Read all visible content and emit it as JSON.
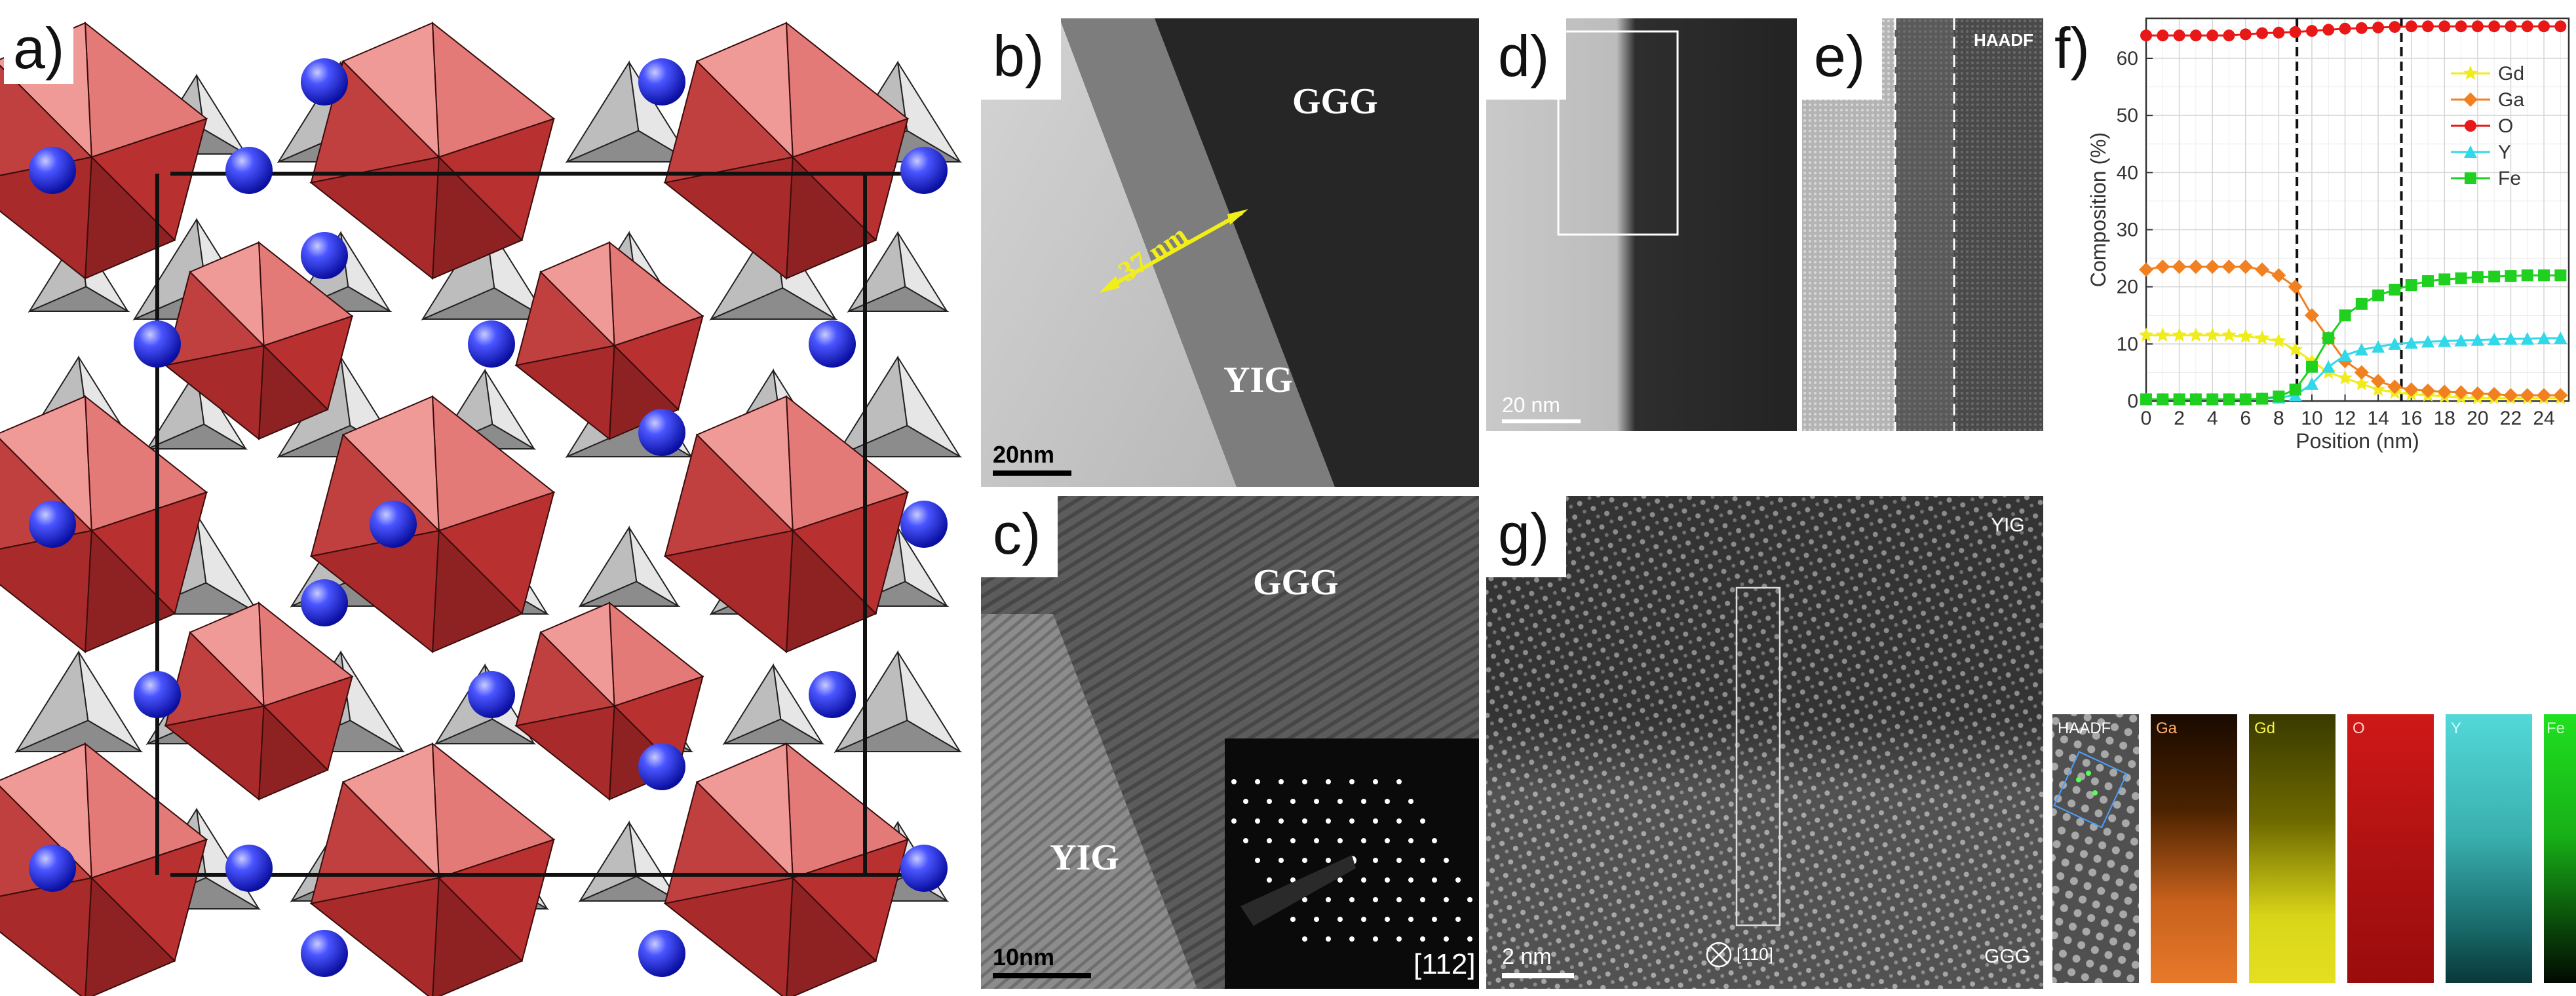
{
  "panels": {
    "a": {
      "label": "a)"
    },
    "b": {
      "label": "b)",
      "top_material": "GGG",
      "bottom_material": "YIG",
      "thickness": "37 nm",
      "scale": "20nm"
    },
    "c": {
      "label": "c)",
      "top_material": "GGG",
      "bottom_material": "YIG",
      "scale": "10nm",
      "zone_axis": "[112]"
    },
    "d": {
      "label": "d)",
      "scale": "20 nm"
    },
    "e": {
      "label": "e)",
      "mode": "HAADF"
    },
    "f": {
      "label": "f)"
    },
    "g": {
      "label": "g)",
      "top_material": "YIG",
      "bottom_material": "GGG",
      "scale": "2 nm",
      "zone_axis": "[110]"
    }
  },
  "maps": [
    {
      "label": "HAADF",
      "color": "#cfcfcf"
    },
    {
      "label": "Ga",
      "color": "#ff8a3d"
    },
    {
      "label": "Gd",
      "color": "#f2f01c"
    },
    {
      "label": "O",
      "color": "#ff2020"
    },
    {
      "label": "Y",
      "color": "#4fe3e0"
    },
    {
      "label": "Fe",
      "color": "#27f02a"
    }
  ],
  "chart_data": {
    "type": "line",
    "xlabel": "Position (nm)",
    "ylabel": "Composition (%)",
    "xlim": [
      0,
      25.5
    ],
    "ylim": [
      0,
      67
    ],
    "xticks": [
      0,
      2,
      4,
      6,
      8,
      10,
      12,
      14,
      16,
      18,
      20,
      22,
      24
    ],
    "yticks": [
      0,
      10,
      20,
      30,
      40,
      50,
      60
    ],
    "grid": true,
    "legend": "right",
    "interfaces": [
      9.1,
      15.4
    ],
    "x": [
      0,
      1,
      2,
      3,
      4,
      5,
      6,
      7,
      8,
      9,
      10,
      11,
      12,
      13,
      14,
      15,
      16,
      17,
      18,
      19,
      20,
      21,
      22,
      23,
      24,
      25
    ],
    "series": [
      {
        "name": "Gd",
        "color": "#f0ec1c",
        "marker": "star",
        "values": [
          11.5,
          11.5,
          11.5,
          11.5,
          11.5,
          11.5,
          11.3,
          11,
          10.5,
          9,
          7,
          5,
          4,
          3,
          2,
          1.5,
          1.2,
          1,
          0.8,
          0.6,
          0.5,
          0.5,
          0.5,
          0.5,
          0.5,
          0.5
        ]
      },
      {
        "name": "Ga",
        "color": "#f08020",
        "marker": "diamond",
        "values": [
          23,
          23.5,
          23.5,
          23.5,
          23.5,
          23.5,
          23.5,
          23,
          22,
          20,
          15,
          11,
          7,
          5,
          3.5,
          2.5,
          2,
          1.8,
          1.6,
          1.5,
          1.3,
          1.2,
          1,
          1,
          1,
          1
        ]
      },
      {
        "name": "O",
        "color": "#e81818",
        "marker": "circle",
        "values": [
          64,
          64,
          64,
          64,
          64,
          64,
          64.2,
          64.4,
          64.5,
          64.6,
          64.8,
          65,
          65.2,
          65.3,
          65.4,
          65.5,
          65.6,
          65.6,
          65.6,
          65.6,
          65.6,
          65.6,
          65.6,
          65.6,
          65.6,
          65.6
        ]
      },
      {
        "name": "Y",
        "color": "#30d8e8",
        "marker": "triangle",
        "values": [
          0.3,
          0.3,
          0.3,
          0.3,
          0.3,
          0.3,
          0.3,
          0.4,
          0.6,
          1,
          3,
          6,
          8,
          9,
          9.5,
          10,
          10.2,
          10.4,
          10.5,
          10.6,
          10.7,
          10.8,
          10.9,
          10.9,
          11,
          11
        ]
      },
      {
        "name": "Fe",
        "color": "#20d020",
        "marker": "square",
        "values": [
          0.3,
          0.3,
          0.3,
          0.3,
          0.3,
          0.3,
          0.3,
          0.4,
          0.8,
          2,
          6,
          11,
          15,
          17,
          18.5,
          19.5,
          20.3,
          21,
          21.3,
          21.5,
          21.7,
          21.8,
          21.9,
          22,
          22,
          22
        ]
      }
    ]
  }
}
